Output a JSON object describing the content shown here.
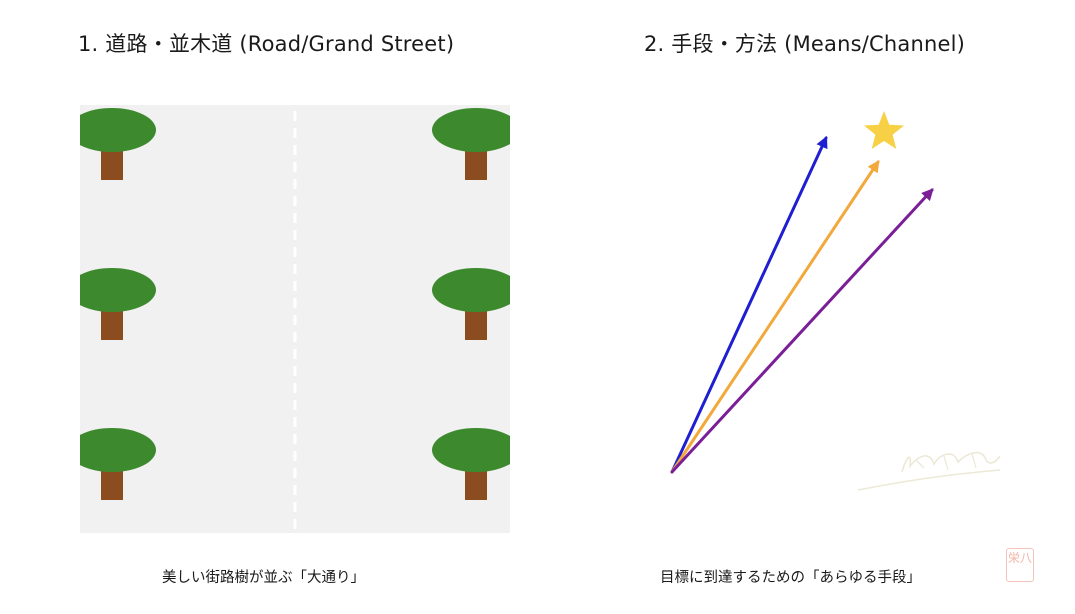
{
  "left": {
    "title": "1. 道路・並木道 (Road/Grand Street)",
    "caption": "美しい街路樹が並ぶ「大通り」",
    "colors": {
      "road": "#f1f1f1",
      "center_line": "#ffffff",
      "tree_canopy": "#3d8a2e",
      "tree_trunk": "#8b4c1f"
    },
    "trees": [
      {
        "side": "left",
        "row": 1
      },
      {
        "side": "right",
        "row": 1
      },
      {
        "side": "left",
        "row": 2
      },
      {
        "side": "right",
        "row": 2
      },
      {
        "side": "left",
        "row": 3
      },
      {
        "side": "right",
        "row": 3
      }
    ]
  },
  "right": {
    "title": "2. 手段・方法 (Means/Channel)",
    "caption": "目標に到達するための「あらゆる手段」",
    "colors": {
      "star": "#f7d046",
      "signature": "#ece9d6"
    },
    "arrows": [
      {
        "name": "blue",
        "color": "#1f1fd1"
      },
      {
        "name": "orange",
        "color": "#f0a93a"
      },
      {
        "name": "purple",
        "color": "#7b1f98"
      }
    ]
  },
  "seal": {
    "text": "栄八",
    "color": "#f0a898"
  }
}
